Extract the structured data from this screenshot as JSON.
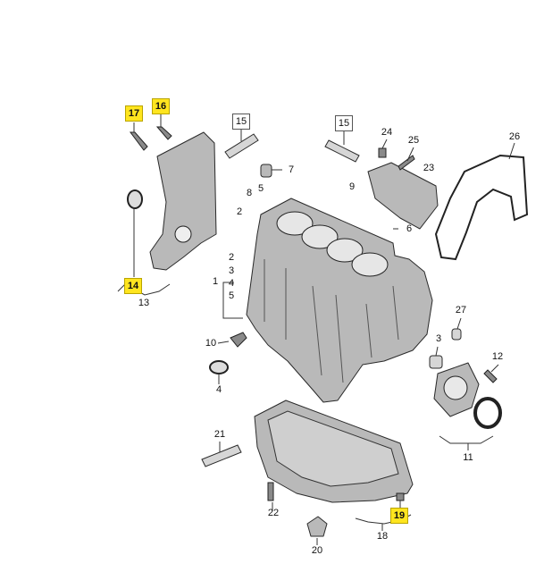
{
  "callouts": [
    {
      "id": "c1",
      "label": "1",
      "hl": false,
      "plain": true
    },
    {
      "id": "c2a",
      "label": "2",
      "hl": false
    },
    {
      "id": "c2b",
      "label": "2",
      "hl": false,
      "plain": true
    },
    {
      "id": "c3a",
      "label": "3",
      "hl": false,
      "plain": true
    },
    {
      "id": "c3b",
      "label": "3",
      "hl": false
    },
    {
      "id": "c4a",
      "label": "4",
      "hl": false,
      "plain": true
    },
    {
      "id": "c4b",
      "label": "4",
      "hl": false
    },
    {
      "id": "c5a",
      "label": "5",
      "hl": false
    },
    {
      "id": "c5b",
      "label": "5",
      "hl": false,
      "plain": true
    },
    {
      "id": "c6",
      "label": "6",
      "hl": false
    },
    {
      "id": "c7",
      "label": "7",
      "hl": false
    },
    {
      "id": "c8",
      "label": "8",
      "hl": false
    },
    {
      "id": "c9",
      "label": "9",
      "hl": false
    },
    {
      "id": "c10",
      "label": "10",
      "hl": false
    },
    {
      "id": "c11",
      "label": "11",
      "hl": false
    },
    {
      "id": "c12",
      "label": "12",
      "hl": false
    },
    {
      "id": "c13",
      "label": "13",
      "hl": false
    },
    {
      "id": "c14",
      "label": "14",
      "hl": true
    },
    {
      "id": "c15a",
      "label": "15",
      "hl": false
    },
    {
      "id": "c15b",
      "label": "15",
      "hl": false
    },
    {
      "id": "c16",
      "label": "16",
      "hl": true
    },
    {
      "id": "c17",
      "label": "17",
      "hl": true
    },
    {
      "id": "c18",
      "label": "18",
      "hl": false
    },
    {
      "id": "c19",
      "label": "19",
      "hl": true
    },
    {
      "id": "c20",
      "label": "20",
      "hl": false
    },
    {
      "id": "c21",
      "label": "21",
      "hl": false
    },
    {
      "id": "c22",
      "label": "22",
      "hl": false
    },
    {
      "id": "c23",
      "label": "23",
      "hl": false
    },
    {
      "id": "c24",
      "label": "24",
      "hl": false
    },
    {
      "id": "c25",
      "label": "25",
      "hl": false
    },
    {
      "id": "c26",
      "label": "26",
      "hl": false
    },
    {
      "id": "c27",
      "label": "27",
      "hl": false
    }
  ],
  "colors": {
    "highlight": "#ffe51f",
    "part": "#b9b9b9",
    "outline": "#2a2a2a"
  }
}
